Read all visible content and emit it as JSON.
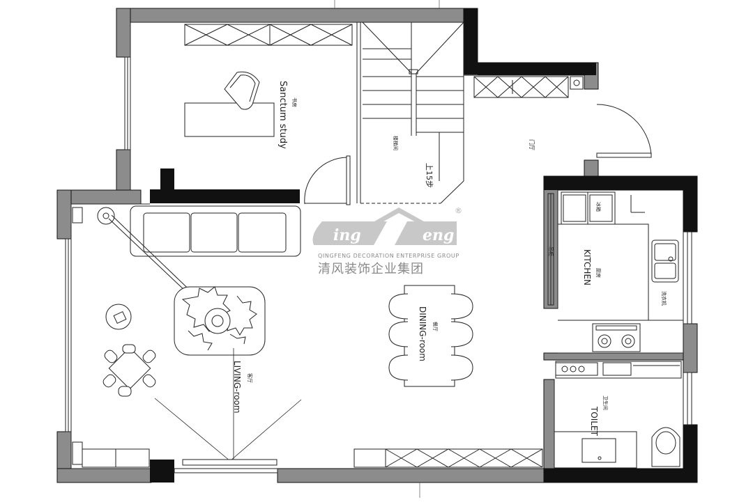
{
  "rooms": {
    "study_en": "Sanctum study",
    "study_zh": "书房",
    "stair_zh": "楼梯间",
    "stair_up": "上15步",
    "hall_zh": "门厅",
    "kitchen_en": "KITCHEN",
    "kitchen_zh": "厨房",
    "fridge_zh": "冰箱",
    "washer_zh": "洗衣机",
    "dining_en": "DINING-room",
    "dining_zh": "餐厅",
    "living_en": "LIVING-room",
    "living_zh": "客厅",
    "toilet_en": "TOILET",
    "toilet_zh": "卫生间",
    "cabinet_zh": "吊柜"
  },
  "logo": {
    "brand_left": "ing",
    "brand_right": "eng",
    "registered": "®",
    "subtitle": "QINGFENG  DECORATION  ENTERPRISE  GROUP",
    "chinese": "清风装饰企业集团"
  },
  "colors": {
    "wall_fill": "#8c8c8c",
    "wall_dark": "#111111",
    "line": "#222222",
    "logo": "#c8c8c8"
  }
}
